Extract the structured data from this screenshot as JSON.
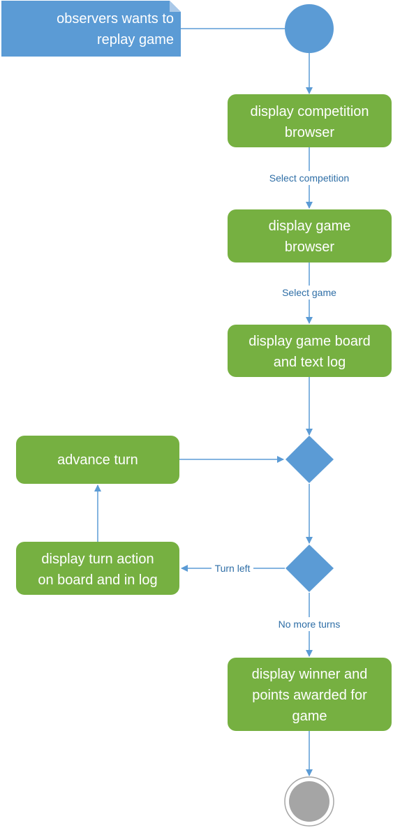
{
  "note": {
    "lines": [
      "observers wants to",
      "replay game"
    ]
  },
  "actions": {
    "display_competition_browser": [
      "display competition",
      "browser"
    ],
    "display_game_browser": [
      "display game",
      "browser"
    ],
    "display_game_board": [
      "display game board",
      "and text log"
    ],
    "advance_turn": [
      "advance turn"
    ],
    "display_turn_action": [
      "display turn action",
      "on board and in log"
    ],
    "display_winner": [
      "display winner and",
      "points awarded for",
      "game"
    ]
  },
  "edge_labels": {
    "select_competition": "Select competition",
    "select_game": "Select game",
    "turn_left": "Turn left",
    "no_more_turns": "No more turns"
  },
  "colors": {
    "action_fill": "#76b041",
    "node_blue": "#5b9bd5",
    "edge": "#5b9bd5",
    "final_fill": "#a5a5a5"
  }
}
